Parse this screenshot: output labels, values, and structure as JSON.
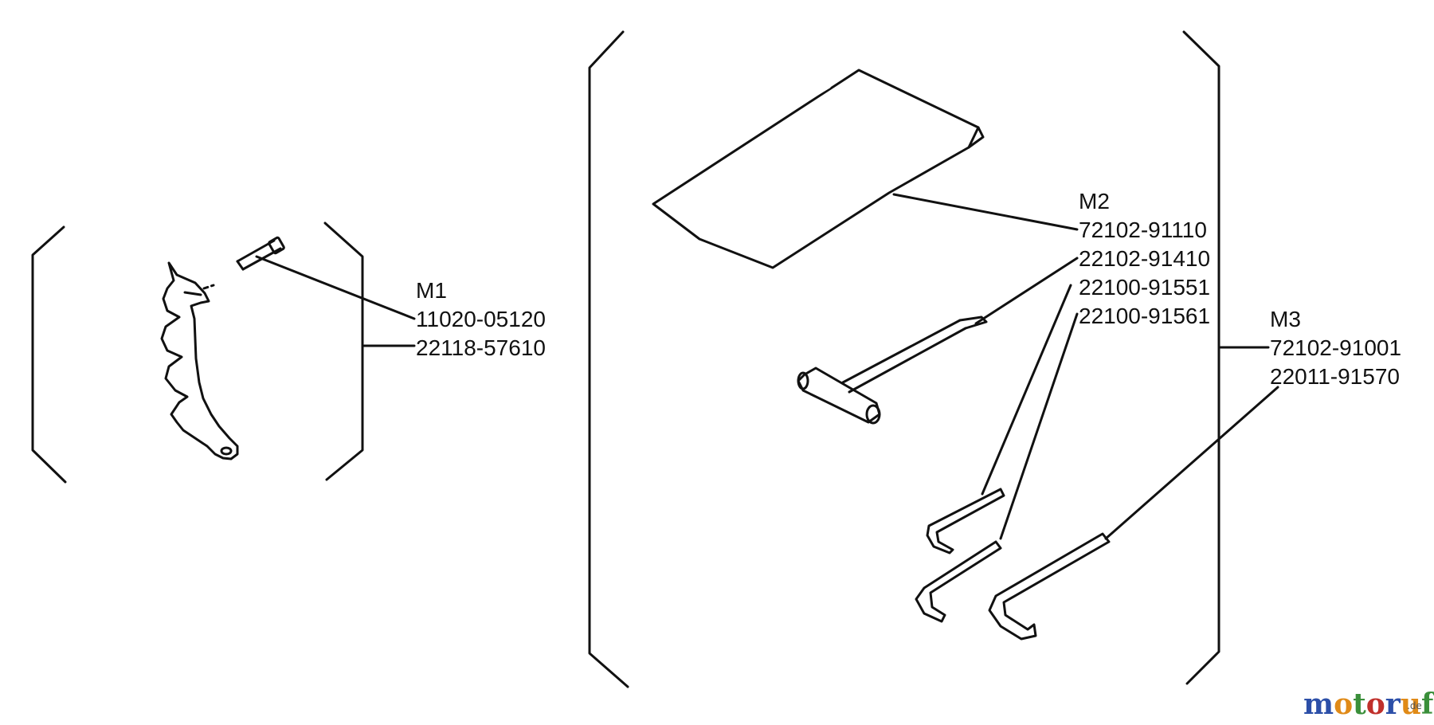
{
  "groups": [
    {
      "label": "M1",
      "parts": [
        "11020-05120",
        "22118-57610"
      ]
    },
    {
      "label": "M2",
      "parts": [
        "72102-91110",
        "22102-91410",
        "22100-91551",
        "22100-91561"
      ]
    },
    {
      "label": "M3",
      "parts": [
        "72102-91001",
        "22011-91570"
      ]
    }
  ],
  "watermark": {
    "text": "motoruf",
    "suffix": ".de",
    "colors": [
      "#2c4fa8",
      "#e08a17",
      "#3a8f3a",
      "#c0302b"
    ]
  }
}
